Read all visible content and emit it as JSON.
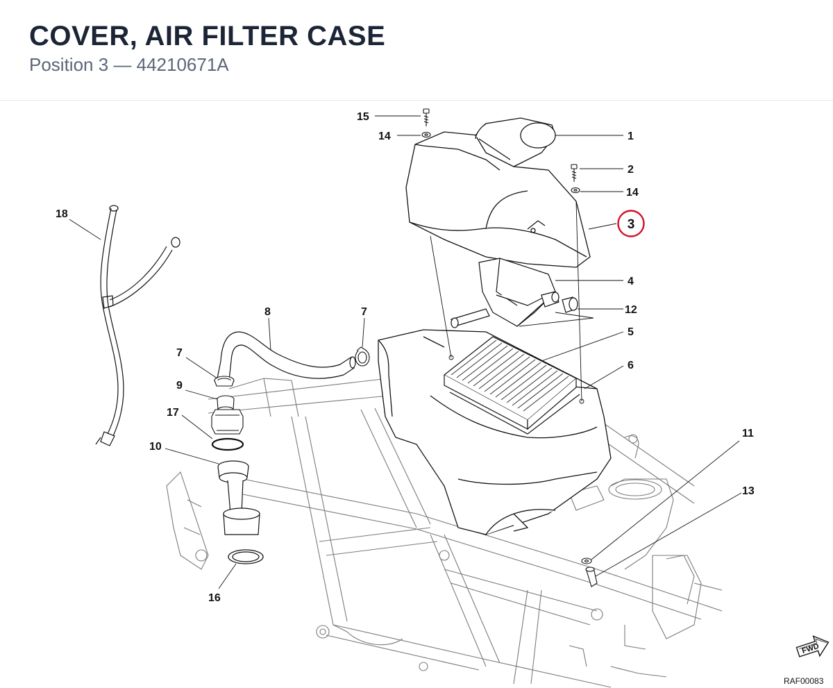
{
  "header": {
    "title": "COVER, AIR FILTER CASE",
    "subtitle": "Position 3 — 44210671A"
  },
  "callouts": {
    "c1": "1",
    "c2": "2",
    "c3": "3",
    "c4": "4",
    "c5": "5",
    "c6": "6",
    "c7a": "7",
    "c7b": "7",
    "c8": "8",
    "c9": "9",
    "c10": "10",
    "c11": "11",
    "c12": "12",
    "c13": "13",
    "c14a": "14",
    "c14b": "14",
    "c15": "15",
    "c16": "16",
    "c17": "17",
    "c18": "18"
  },
  "highlight": {
    "position": "3",
    "color": "#d0102a"
  },
  "drawing_ref": "RAF00083",
  "fwd_label": "FWD"
}
